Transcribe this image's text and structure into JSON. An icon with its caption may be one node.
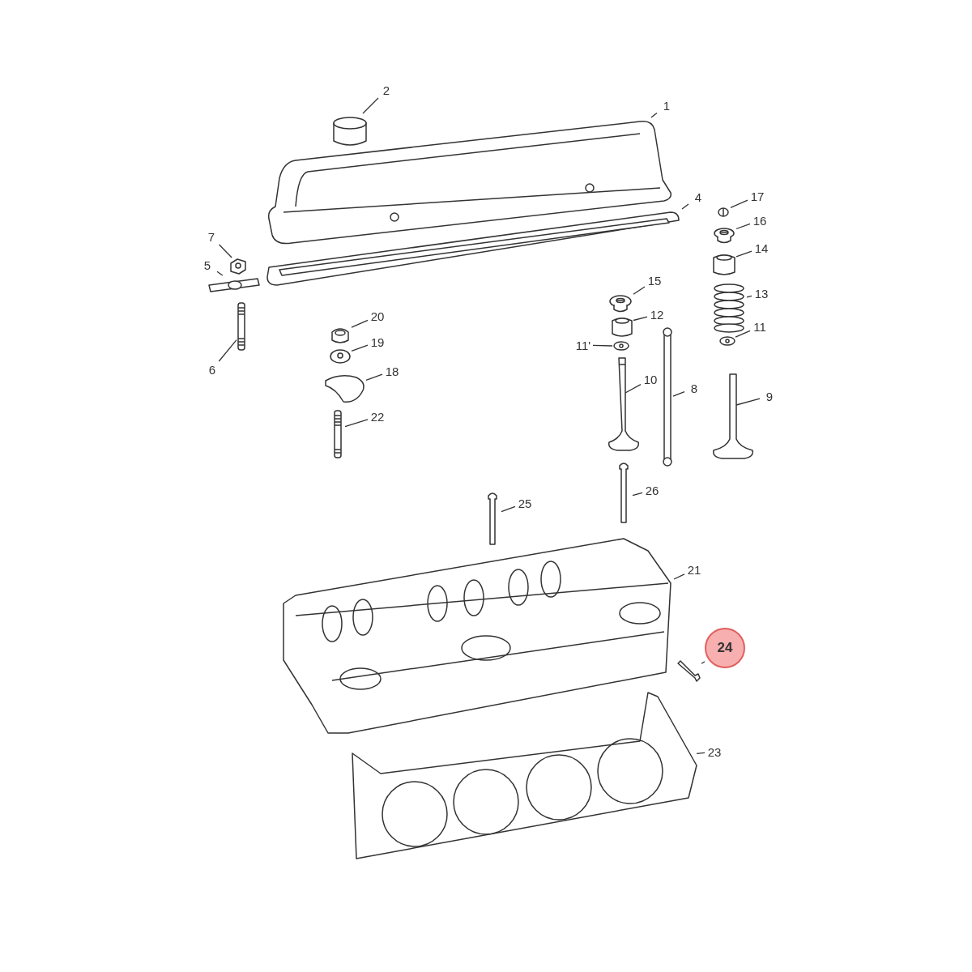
{
  "diagram": {
    "nodes": [
      {
        "text": [
          "2"
        ]
      },
      {
        "text": [],
        "shape": "picture"
      },
      {
        "text": [
          "1"
        ]
      },
      {
        "text": [],
        "shape": "picture"
      },
      {
        "text": [
          "17"
        ]
      },
      {
        "text": [],
        "shape": "picture"
      },
      {
        "text": [
          "4"
        ]
      },
      {
        "text": [],
        "shape": "picture"
      },
      {
        "text": [
          "16"
        ]
      },
      {
        "text": [],
        "shape": "picture"
      },
      {
        "text": [
          "7"
        ]
      },
      {
        "text": [],
        "shape": "picture"
      },
      {
        "text": [
          "14"
        ]
      },
      {
        "text": [],
        "shape": "picture"
      },
      {
        "text": [
          "5"
        ]
      },
      {
        "text": [],
        "shape": "picture"
      },
      {
        "text": [
          "15"
        ]
      },
      {
        "text": [],
        "shape": "picture"
      },
      {
        "text": [
          "13"
        ]
      },
      {
        "text": [],
        "shape": "picture"
      },
      {
        "text": [
          "12"
        ]
      },
      {
        "text": [],
        "shape": "picture"
      },
      {
        "text": [
          "20"
        ]
      },
      {
        "text": [],
        "shape": "picture"
      },
      {
        "text": [
          "11"
        ]
      },
      {
        "text": [],
        "shape": "picture"
      },
      {
        "text": [
          "19"
        ]
      },
      {
        "text": [],
        "shape": "picture"
      },
      {
        "text": [
          "11'"
        ]
      },
      {
        "text": [],
        "shape": "picture"
      },
      {
        "text": [
          "6"
        ]
      },
      {
        "text": [],
        "shape": "picture"
      },
      {
        "text": [
          "18"
        ]
      },
      {
        "text": [],
        "shape": "picture"
      },
      {
        "text": [
          "10"
        ]
      },
      {
        "text": [],
        "shape": "picture"
      },
      {
        "text": [
          "8"
        ]
      },
      {
        "text": [],
        "shape": "picture"
      },
      {
        "text": [
          "9"
        ]
      },
      {
        "text": [],
        "shape": "picture"
      },
      {
        "text": [
          "22"
        ]
      },
      {
        "text": [],
        "shape": "picture"
      },
      {
        "text": [
          "26"
        ]
      },
      {
        "text": [],
        "shape": "picture"
      },
      {
        "text": [
          "25"
        ]
      },
      {
        "text": [],
        "shape": "picture"
      },
      {
        "text": [
          "21"
        ]
      },
      {
        "text": [],
        "shape": "picture"
      },
      {
        "text": [
          "24"
        ]
      },
      {
        "text": [],
        "shape": "picture"
      },
      {
        "text": [
          "23"
        ]
      },
      {
        "text": [],
        "shape": "picture"
      }
    ],
    "edges": [
      {
        "from": 0,
        "to": 1,
        "arrow": "none"
      },
      {
        "from": 2,
        "to": 3,
        "arrow": "none"
      },
      {
        "from": 4,
        "to": 5,
        "arrow": "none"
      },
      {
        "from": 6,
        "to": 7,
        "arrow": "none"
      },
      {
        "from": 8,
        "to": 9,
        "arrow": "none"
      },
      {
        "from": 10,
        "to": 11,
        "arrow": "none"
      },
      {
        "from": 12,
        "to": 13,
        "arrow": "none"
      },
      {
        "from": 14,
        "to": 15,
        "arrow": "none"
      },
      {
        "from": 16,
        "to": 17,
        "arrow": "none"
      },
      {
        "from": 18,
        "to": 19,
        "arrow": "none"
      },
      {
        "from": 20,
        "to": 21,
        "arrow": "none"
      },
      {
        "from": 22,
        "to": 23,
        "arrow": "none"
      },
      {
        "from": 24,
        "to": 25,
        "arrow": "none"
      },
      {
        "from": 26,
        "to": 27,
        "arrow": "none"
      },
      {
        "from": 28,
        "to": 29,
        "arrow": "none"
      },
      {
        "from": 30,
        "to": 31,
        "arrow": "none"
      },
      {
        "from": 32,
        "to": 33,
        "arrow": "none"
      },
      {
        "from": 34,
        "to": 35,
        "arrow": "none"
      },
      {
        "from": 36,
        "to": 37,
        "arrow": "none"
      },
      {
        "from": 38,
        "to": 39,
        "arrow": "none"
      },
      {
        "from": 40,
        "to": 41,
        "arrow": "none"
      },
      {
        "from": 42,
        "to": 43,
        "arrow": "none"
      },
      {
        "from": 44,
        "to": 45,
        "arrow": "none"
      },
      {
        "from": 46,
        "to": 47,
        "arrow": "none"
      },
      {
        "from": 48,
        "to": 49,
        "arrow": "none"
      },
      {
        "from": 50,
        "to": 51,
        "arrow": "none"
      }
    ]
  }
}
